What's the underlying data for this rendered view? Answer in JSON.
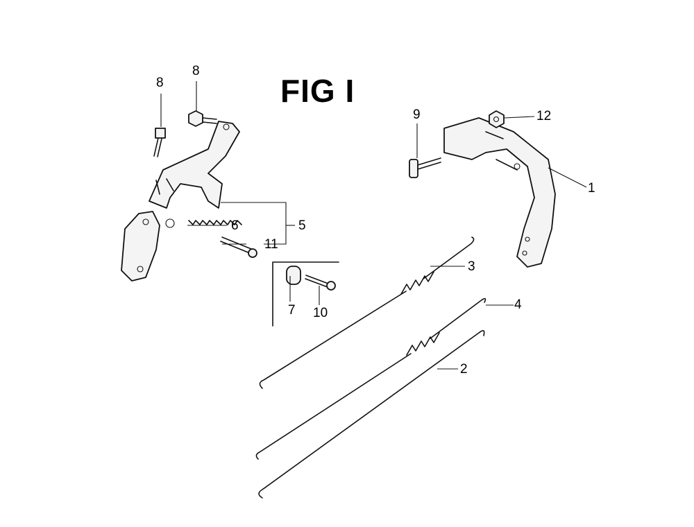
{
  "figure": {
    "title": "FIG I",
    "callouts": {
      "c1": "1",
      "c2": "2",
      "c3": "3",
      "c4": "4",
      "c5": "5",
      "c6": "6",
      "c7": "7",
      "c8a": "8",
      "c8b": "8",
      "c9": "9",
      "c10": "10",
      "c11": "11",
      "c12": "12"
    }
  }
}
